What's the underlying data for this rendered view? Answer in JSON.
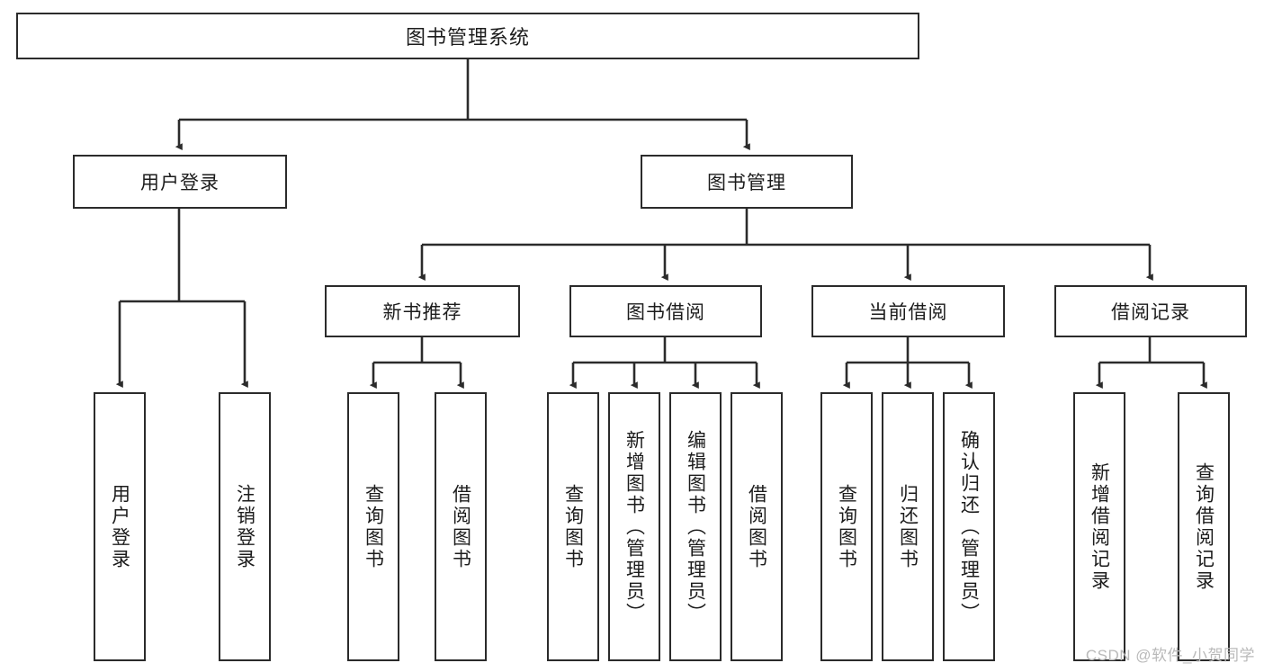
{
  "diagram": {
    "title": "图书管理系统",
    "type": "tree-hierarchy-chart",
    "watermark": "CSDN @软件_小贺同学",
    "colors": {
      "stroke": "#2b2b2b",
      "fill": "#ffffff",
      "text": "#1c1c1c",
      "watermark": "#b9b9b9"
    },
    "levels": {
      "root": {
        "label": "图书管理系统"
      },
      "level2": [
        {
          "label": "用户登录"
        },
        {
          "label": "图书管理"
        }
      ],
      "level3": [
        {
          "label": "新书推荐"
        },
        {
          "label": "图书借阅"
        },
        {
          "label": "当前借阅"
        },
        {
          "label": "借阅记录"
        }
      ],
      "leaves": {
        "user_login": [
          {
            "label": "用户登录"
          },
          {
            "label": "注销登录"
          }
        ],
        "new_book_recommend": [
          {
            "label": "查询图书"
          },
          {
            "label": "借阅图书"
          }
        ],
        "book_borrow": [
          {
            "label": "查询图书"
          },
          {
            "label": "新增图书（管理员）"
          },
          {
            "label": "编辑图书（管理员）"
          },
          {
            "label": "借阅图书"
          }
        ],
        "current_borrow": [
          {
            "label": "查询图书"
          },
          {
            "label": "归还图书"
          },
          {
            "label": "确认归还（管理员）"
          }
        ],
        "borrow_records": [
          {
            "label": "新增借阅记录"
          },
          {
            "label": "查询借阅记录"
          }
        ]
      }
    }
  }
}
